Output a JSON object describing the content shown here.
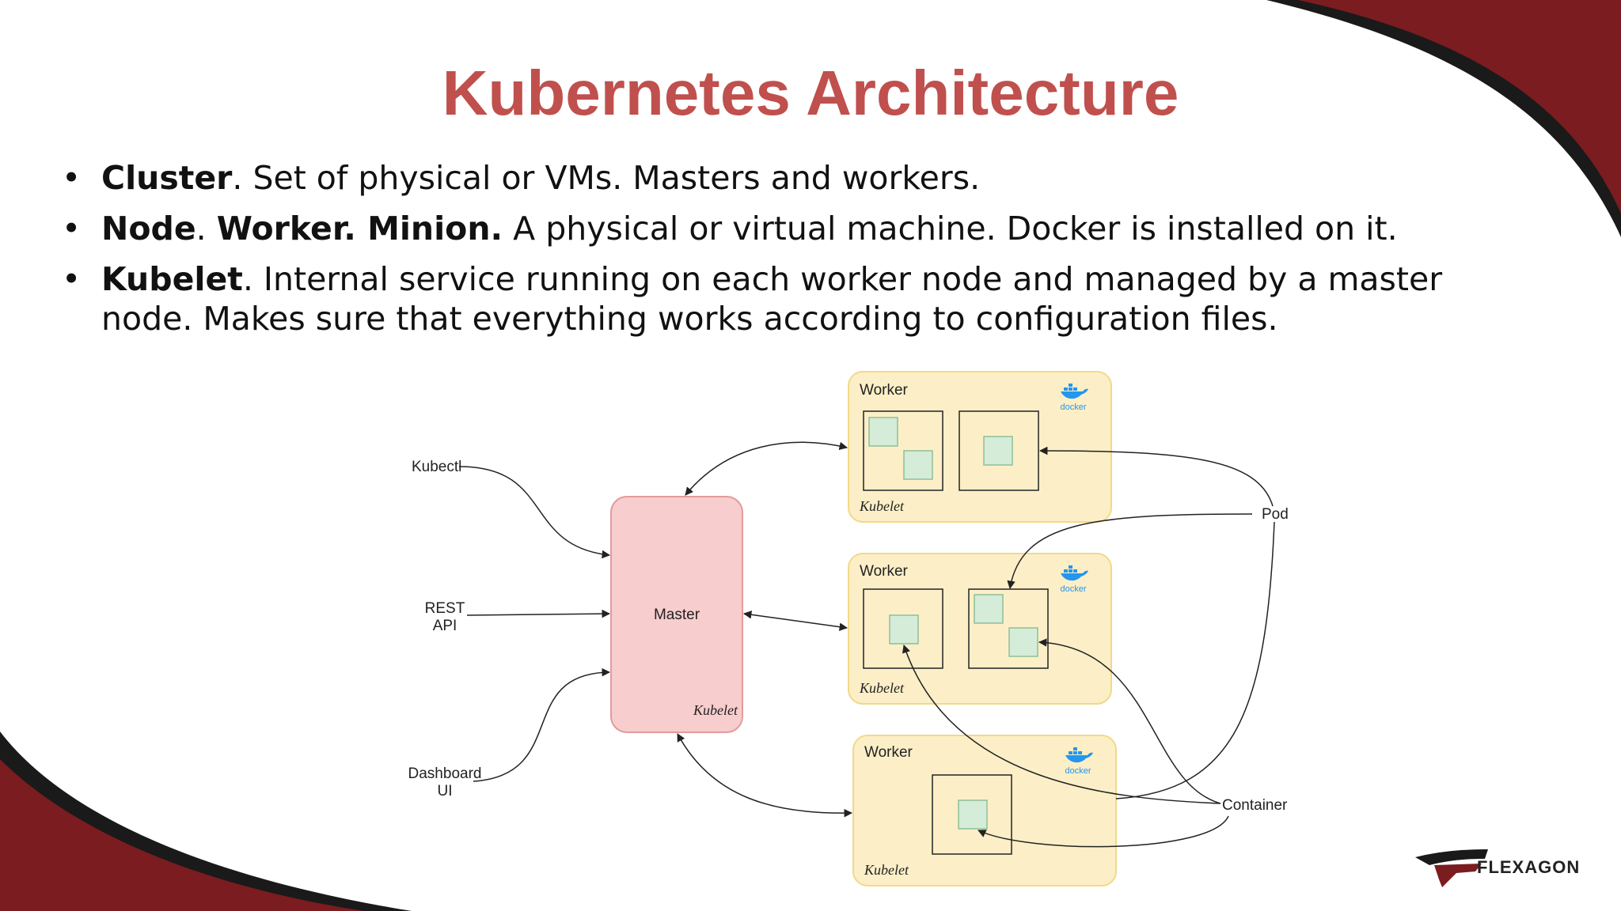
{
  "slide": {
    "title": "Kubernetes Architecture",
    "bullets": [
      {
        "bold": "Cluster",
        "bold2": "",
        "rest": ". Set of physical or VMs. Masters and workers."
      },
      {
        "bold": "Node",
        "bold2": "Worker. Minion.",
        "sep": ". ",
        "rest": " A physical or virtual machine. Docker is installed on it."
      },
      {
        "bold": "Kubelet",
        "bold2": "",
        "rest": ". Internal service running on each worker node and managed by a master node. Makes sure that everything works according to configuration files."
      }
    ]
  },
  "diagram": {
    "inputs": {
      "kubectl": "Kubectl",
      "rest_line1": "REST",
      "rest_line2": "API",
      "dashboard_line1": "Dashboard",
      "dashboard_line2": "UI"
    },
    "master": {
      "label": "Master",
      "kubelet": "Kubelet"
    },
    "workers": [
      {
        "label": "Worker",
        "kubelet": "Kubelet",
        "docker": "docker"
      },
      {
        "label": "Worker",
        "kubelet": "Kubelet",
        "docker": "docker"
      },
      {
        "label": "Worker",
        "kubelet": "Kubelet",
        "docker": "docker"
      }
    ],
    "pod_label": "Pod",
    "container_label": "Container"
  },
  "brand": {
    "name": "FLEXAGON"
  },
  "colors": {
    "title": "#c0504d",
    "accent_dark_red": "#7b1c20",
    "master_fill": "#f7cdcd",
    "worker_fill": "#fcefc7",
    "container_fill": "#d5ecd9"
  }
}
